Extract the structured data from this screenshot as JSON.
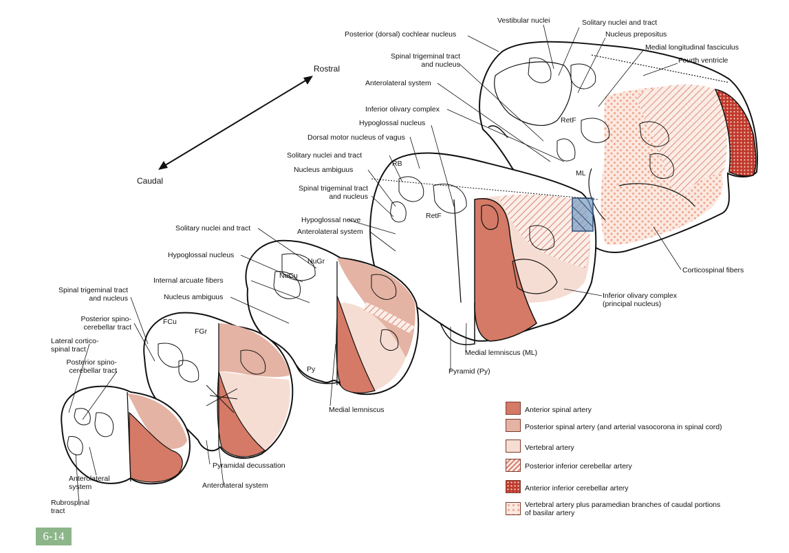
{
  "orientation": {
    "rostral": "Rostral",
    "caudal": "Caudal"
  },
  "figure_number": "6-14",
  "section_labels": {
    "retf_upper": "RetF",
    "ml_upper": "ML",
    "retf_mid": "RetF",
    "rb": "RB",
    "nugr": "NuGr",
    "nucu": "NuCu",
    "py": "Py",
    "fcu": "FCu",
    "fgr": "FGr"
  },
  "labels": {
    "vestibular_nuclei": "Vestibular nuclei",
    "solitary_upper": "Solitary nuclei and tract",
    "nucleus_prepositus": "Nucleus prepositus",
    "mlf": "Medial longitudinal fasciculus",
    "fourth_ventricle": "Fourth ventricle",
    "cochlear": "Posterior (dorsal) cochlear nucleus",
    "sp_trig_upper_1": "Spinal trigeminal tract",
    "sp_trig_upper_2": "and nucleus",
    "anterolateral_upper": "Anterolateral system",
    "inferior_olivary_upper": "Inferior olivary complex",
    "hypoglossal_nucleus_mid": "Hypoglossal nucleus",
    "dorsal_motor_vagus": "Dorsal motor nucleus of vagus",
    "solitary_mid": "Solitary nuclei and tract",
    "nucleus_ambiguus_mid": "Nucleus ambiguus",
    "sp_trig_mid_1": "Spinal trigeminal tract",
    "sp_trig_mid_2": "and nucleus",
    "hypoglossal_nerve": "Hypoglossal nerve",
    "anterolateral_mid": "Anterolateral system",
    "solitary_low": "Solitary nuclei and tract",
    "hypoglossal_nucleus_low": "Hypoglossal nucleus",
    "internal_arcuate": "Internal arcuate fibers",
    "nucleus_ambiguus_low": "Nucleus ambiguus",
    "sp_trig_low_1": "Spinal trigeminal tract",
    "sp_trig_low_2": "and nucleus",
    "post_spinocerebellar_1_a": "Posterior spino-",
    "post_spinocerebellar_1_b": "cerebellar tract",
    "lateral_corticospinal_a": "Lateral cortico-",
    "lateral_corticospinal_b": "spinal tract",
    "post_spinocerebellar_2_a": "Posterior spino-",
    "post_spinocerebellar_2_b": "cerebellar tract",
    "anterolateral_cord_a": "Anterolateral",
    "anterolateral_cord_b": "system",
    "rubrospinal_a": "Rubrospinal",
    "rubrospinal_b": "tract",
    "pyramidal_decussation": "Pyramidal decussation",
    "anterolateral_bottom": "Anterolateral system",
    "medial_lemniscus_low": "Medial lemniscus",
    "pyramid": "Pyramid (Py)",
    "medial_lemniscus_ml": "Medial lemniscus (ML)",
    "inferior_olivary_principal_1": "Inferior olivary complex",
    "inferior_olivary_principal_2": "(principal nucleus)",
    "corticospinal_fibers": "Corticospinal fibers"
  },
  "legend": [
    {
      "label": "Anterior spinal artery",
      "fill": "#d47a66",
      "pattern": "solid"
    },
    {
      "label": "Posterior spinal artery (and arterial vasocorona in spinal cord)",
      "fill": "#e4b3a3",
      "pattern": "solid"
    },
    {
      "label": "Vertebral artery",
      "fill": "#f6ddd3",
      "pattern": "solid"
    },
    {
      "label": "Posterior inferior cerebellar artery",
      "fill": "#ffffff",
      "pattern": "hatch"
    },
    {
      "label": "Anterior inferior cerebellar artery",
      "fill": "#c0392b",
      "pattern": "dots-red"
    },
    {
      "label": "Vertebral artery plus paramedian branches of caudal portions",
      "label2": "of basilar artery",
      "fill": "#f8e4db",
      "pattern": "dots-pink"
    }
  ],
  "colors": {
    "anterior_spinal": "#d47a66",
    "posterior_spinal": "#e4b3a3",
    "vertebral": "#f6ddd3",
    "pica_hatch": "#d98070",
    "aica": "#c0392b",
    "paramedian_dots": "#f3b9a6",
    "badge": "#8db58a",
    "highlight_box": "#7fa2c6"
  }
}
